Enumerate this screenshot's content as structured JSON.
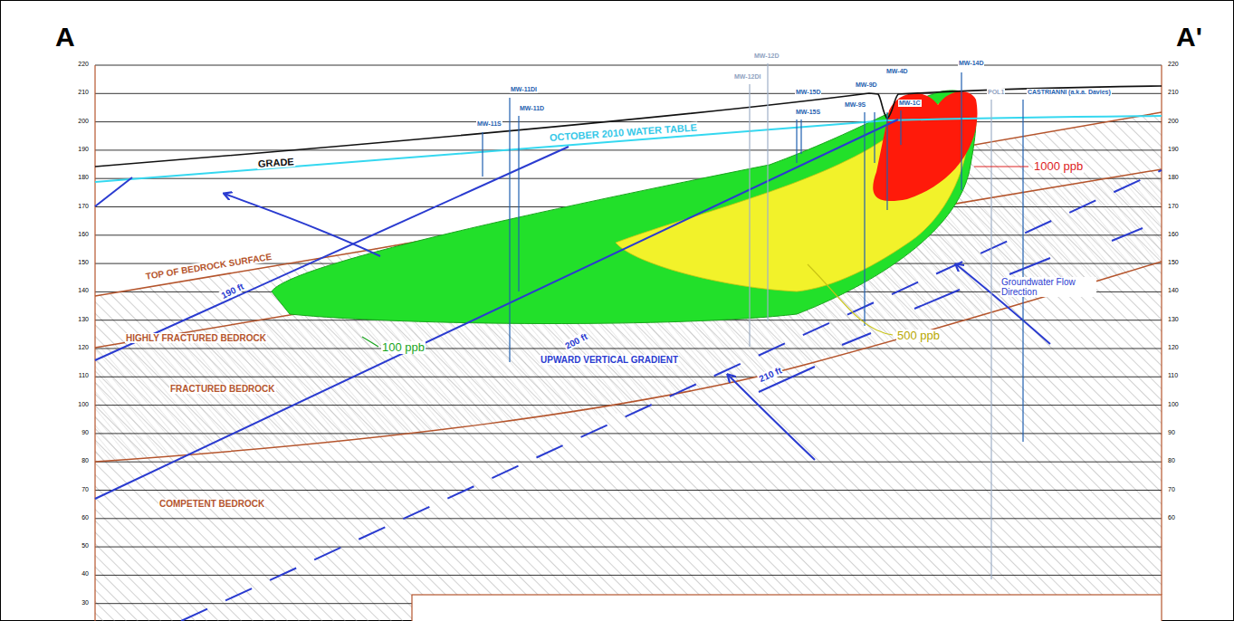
{
  "diagram": {
    "labels": [
      "A",
      "A'",
      "220",
      "210",
      "200",
      "190",
      "180",
      "170",
      "160",
      "150",
      "140",
      "130",
      "120",
      "110",
      "100",
      "90",
      "80",
      "70",
      "60",
      "50",
      "40",
      "30",
      "220",
      "210",
      "200",
      "190",
      "180",
      "170",
      "160",
      "150",
      "140",
      "130",
      "120",
      "110",
      "100",
      "90",
      "80",
      "70",
      "60",
      "GRADE",
      "OCTOBER 2010 WATER TABLE",
      "TOP OF BEDROCK SURFACE",
      "HIGHLY FRACTURED BEDROCK",
      "FRACTURED BEDROCK",
      "COMPETENT BEDROCK",
      "190 ft",
      "200 ft",
      "210 ft",
      "UPWARD VERTICAL GRADIENT",
      "Groundwater Flow Direction",
      "1000 ppb",
      "500 ppb",
      "100 ppb",
      "MW-11S",
      "MW-11DI",
      "MW-11D",
      "MW-12DI",
      "MW-12D",
      "MW-15D",
      "MW-15S",
      "MW-9D",
      "MW-9S",
      "MW-4D",
      "MW-1C",
      "MW-14D",
      "POL1",
      "CASTRIANNI (a.k.a. Davies)"
    ]
  }
}
